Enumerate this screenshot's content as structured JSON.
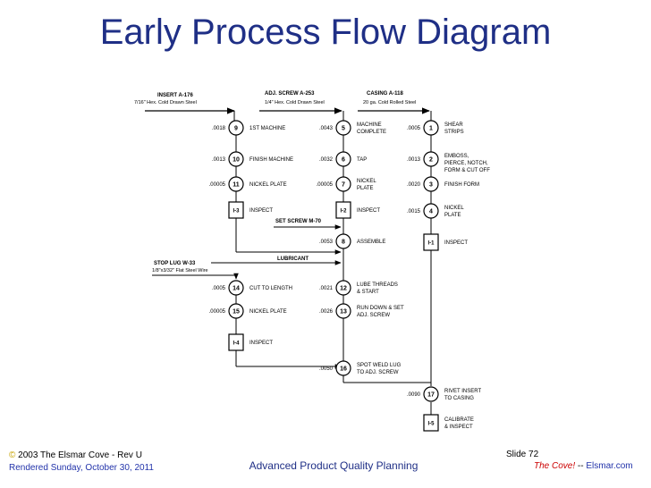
{
  "slide": {
    "title": "Early Process Flow Diagram",
    "copyright_symbol": "©",
    "copyright": "2003 The Elsmar Cove - Rev U",
    "rendered": "Rendered Sunday, October 30, 2011",
    "footer_center": "Advanced Product Quality Planning",
    "slide_number": "Slide 72",
    "cove": "The Cove!",
    "separator": "--",
    "site": "Elsmar.com"
  },
  "diagram": {
    "inputs": {
      "insert_title": "INSERT A-176",
      "insert_spec": "7/16\" Hex. Cold Drawn Steel",
      "screw_title": "ADJ. SCREW A-253",
      "screw_spec": "1/4\" Hex. Cold Drawn Steel",
      "casing_title": "CASING A-118",
      "casing_spec": "20 ga. Cold Rolled Steel",
      "set_screw": "SET SCREW M-70",
      "lubricant": "LUBRICANT",
      "stop_lug_title": "STOP LUG W-33",
      "stop_lug_spec": "1/8\"x3/32\" Flat Steel Wire"
    },
    "steps": {
      "s9": {
        "num": "9",
        "val": ".0018",
        "l1": "1ST MACHINE",
        "l2": ""
      },
      "s10": {
        "num": "10",
        "val": ".0013",
        "l1": "FINISH MACHINE",
        "l2": ""
      },
      "s11": {
        "num": "11",
        "val": ".00005",
        "l1": "NICKEL PLATE",
        "l2": ""
      },
      "i3": {
        "num": "I-3",
        "val": "",
        "l1": "INSPECT",
        "l2": ""
      },
      "s5": {
        "num": "5",
        "val": ".0043",
        "l1": "MACHINE",
        "l2": "COMPLETE"
      },
      "s6": {
        "num": "6",
        "val": ".0032",
        "l1": "TAP",
        "l2": ""
      },
      "s7": {
        "num": "7",
        "val": ".00005",
        "l1": "NICKEL",
        "l2": "PLATE"
      },
      "i2": {
        "num": "I-2",
        "val": "",
        "l1": "INSPECT",
        "l2": ""
      },
      "s8": {
        "num": "8",
        "val": ".0053",
        "l1": "ASSEMBLE",
        "l2": ""
      },
      "s1": {
        "num": "1",
        "val": ".0005",
        "l1": "SHEAR",
        "l2": "STRIPS"
      },
      "s2": {
        "num": "2",
        "val": ".0013",
        "l1": "EMBOSS,",
        "l2": "PIERCE, NOTCH,",
        "l3": "FORM & CUT OFF"
      },
      "s3": {
        "num": "3",
        "val": ".0020",
        "l1": "FINISH FORM",
        "l2": ""
      },
      "s4": {
        "num": "4",
        "val": ".0015",
        "l1": "NICKEL",
        "l2": "PLATE"
      },
      "i1": {
        "num": "I-1",
        "val": "",
        "l1": "INSPECT",
        "l2": ""
      },
      "s14": {
        "num": "14",
        "val": ".0005",
        "l1": "CUT TO LENGTH",
        "l2": ""
      },
      "s15": {
        "num": "15",
        "val": ".00005",
        "l1": "NICKEL PLATE",
        "l2": ""
      },
      "i4": {
        "num": "I-4",
        "val": "",
        "l1": "INSPECT",
        "l2": ""
      },
      "s12": {
        "num": "12",
        "val": ".0021",
        "l1": "LUBE THREADS",
        "l2": "& START"
      },
      "s13": {
        "num": "13",
        "val": ".0026",
        "l1": "RUN DOWN & SET",
        "l2": "ADJ. SCREW"
      },
      "s16": {
        "num": "16",
        "val": ".0050",
        "l1": "SPOT WELD LUG",
        "l2": "TO ADJ. SCREW"
      },
      "s17": {
        "num": "17",
        "val": ".0090",
        "l1": "RIVET INSERT",
        "l2": "TO CASING"
      },
      "i5": {
        "num": "I-5",
        "val": "",
        "l1": "CALIBRATE",
        "l2": "& INSPECT"
      }
    }
  }
}
